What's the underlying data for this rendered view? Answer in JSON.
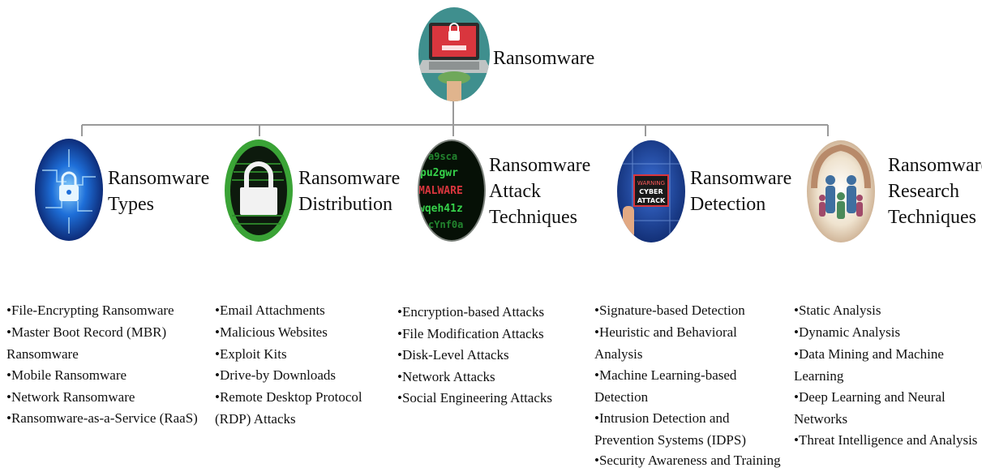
{
  "root": {
    "label": "Ransomware"
  },
  "categories": [
    {
      "title_lines": [
        "Ransomware",
        "Types"
      ],
      "items": [
        "•File-Encrypting Ransomware",
        "•Master Boot Record (MBR) Ransomware",
        "•Mobile Ransomware",
        "•Network Ransomware",
        "•Ransomware-as-a-Service (RaaS)"
      ]
    },
    {
      "title_lines": [
        "Ransomware",
        "Distribution"
      ],
      "items": [
        "•Email Attachments",
        "•Malicious Websites",
        "•Exploit Kits",
        "•Drive-by Downloads",
        "•Remote Desktop Protocol (RDP) Attacks"
      ]
    },
    {
      "title_lines": [
        "Ransomware",
        "Attack",
        "Techniques"
      ],
      "items": [
        "•Encryption-based Attacks",
        "•File Modification Attacks",
        "•Disk-Level Attacks",
        "•Network Attacks",
        "•Social Engineering Attacks"
      ]
    },
    {
      "title_lines": [
        "Ransomware",
        "Detection"
      ],
      "items": [
        "•Signature-based Detection",
        "•Heuristic and Behavioral Analysis",
        "•Machine Learning-based Detection",
        "•Intrusion Detection and Prevention Systems (IDPS)",
        "•Security Awareness and Training"
      ]
    },
    {
      "title_lines": [
        "Ransomware",
        "Research",
        "Techniques"
      ],
      "items": [
        "•Static Analysis",
        "•Dynamic Analysis",
        "•Data Mining and Machine Learning",
        "•Deep Learning and Neural Networks",
        "•Threat Intelligence and Analysis"
      ]
    }
  ],
  "icon_texts": {
    "malware_lines": [
      "a9sca",
      "pu2gwr",
      "MALWARE",
      "wqeh41z",
      "cYnf0a"
    ],
    "detection_sign": [
      "WARNING",
      "CYBER",
      "ATTACK"
    ]
  },
  "colors": {
    "connector": "#9a9a9a",
    "root_circle": "#3f8f8e",
    "alert_red": "#d9363e",
    "types_blue": "#1e6fd9",
    "distribution_green": "#3aa336",
    "malware_green": "#36d24a",
    "detection_navy": "#0f2a6e",
    "research_beige": "#efe3cf"
  }
}
